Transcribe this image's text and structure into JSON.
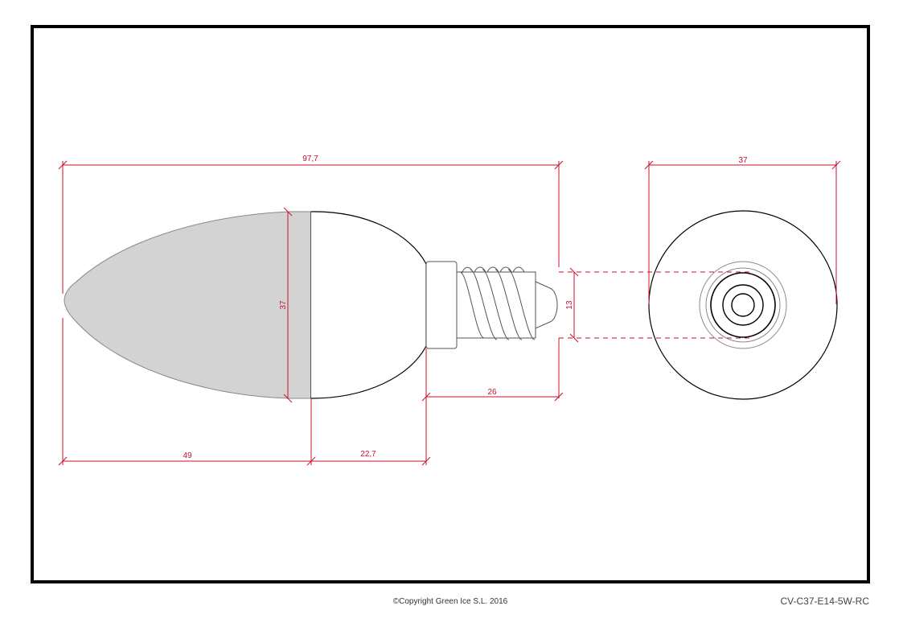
{
  "drawing": {
    "dimensions": {
      "overall_length": "97,7",
      "head_diameter": "37",
      "bulb_diameter": "37",
      "base_length": "26",
      "base_diameter": "13",
      "glass_length": "49",
      "neck_length": "22,7"
    },
    "colors": {
      "dimension": "#c8102e",
      "outline": "#000000",
      "glass_fill": "#d3d3d3"
    }
  },
  "footer": {
    "copyright": "©Copyright Green Ice S.L. 2016",
    "model_code": "CV-C37-E14-5W-RC"
  }
}
